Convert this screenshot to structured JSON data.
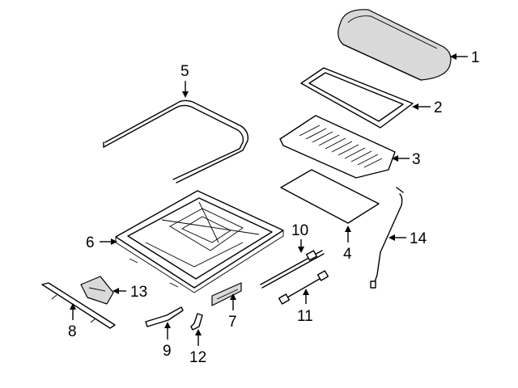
{
  "parts": [
    {
      "id": "glass-panel",
      "label": "1"
    },
    {
      "id": "glass-seal",
      "label": "2"
    },
    {
      "id": "sunshade-frame",
      "label": "3"
    },
    {
      "id": "sunshade",
      "label": "4"
    },
    {
      "id": "weatherstrip",
      "label": "5"
    },
    {
      "id": "sunroof-housing",
      "label": "6"
    },
    {
      "id": "bracket-7",
      "label": "7"
    },
    {
      "id": "rail-8",
      "label": "8"
    },
    {
      "id": "bracket-9",
      "label": "9"
    },
    {
      "id": "cable-10",
      "label": "10"
    },
    {
      "id": "cable-11",
      "label": "11"
    },
    {
      "id": "clip-12",
      "label": "12"
    },
    {
      "id": "motor-13",
      "label": "13"
    },
    {
      "id": "drain-hose-14",
      "label": "14"
    }
  ]
}
